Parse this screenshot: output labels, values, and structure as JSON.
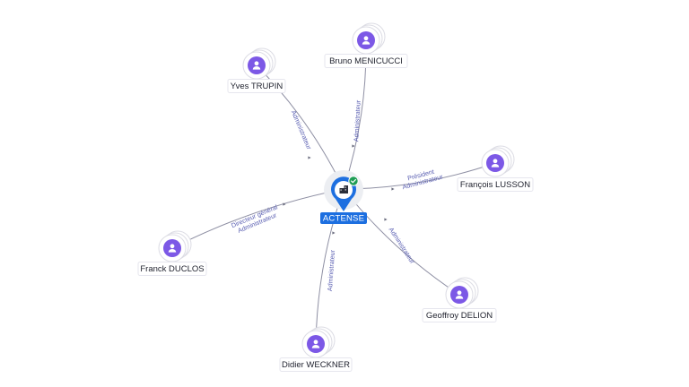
{
  "company": {
    "name": "ACTENSE",
    "brand_color": "#1d6fe0",
    "icon": "building-icon",
    "status_icon": "check-badge-icon",
    "status_color": "#1f9d55"
  },
  "people": [
    {
      "name": "Bruno MENICUCCI",
      "roles": [
        "Administrateur"
      ]
    },
    {
      "name": "Yves TRUPIN",
      "roles": [
        "Administrateur"
      ]
    },
    {
      "name": "François LUSSON",
      "roles": [
        "Président",
        "Administrateur"
      ]
    },
    {
      "name": "Franck DUCLOS",
      "roles": [
        "Directeur général",
        "Administrateur"
      ]
    },
    {
      "name": "Geoffroy DELION",
      "roles": [
        "Administrateur"
      ]
    },
    {
      "name": "Didier WECKNER",
      "roles": [
        "Administrateur"
      ]
    }
  ],
  "person_icon": "person-icon",
  "person_color": "#7c58e6"
}
